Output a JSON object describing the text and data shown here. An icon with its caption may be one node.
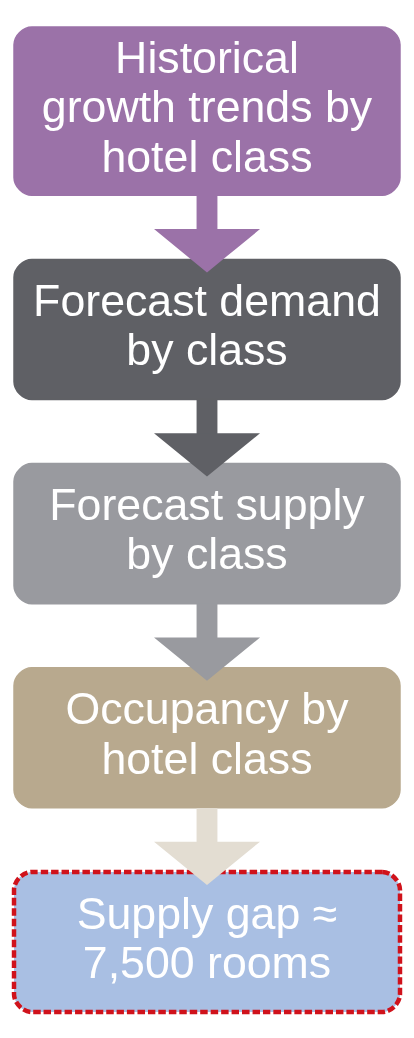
{
  "diagram": {
    "nodes": [
      {
        "text": [
          "Historical growth trends by hotel class"
        ]
      },
      {
        "text": [
          "Forecast demand by class"
        ]
      },
      {
        "text": [
          "Forecast supply by class"
        ]
      },
      {
        "text": [
          "Occupancy by hotel class"
        ]
      },
      {
        "text": [
          "Supply gap ≈ 7,500 rooms"
        ]
      }
    ],
    "edges": [
      {
        "from": 0,
        "to": 1,
        "arrow": "to",
        "color": "#9b72a8"
      },
      {
        "from": 1,
        "to": 2,
        "arrow": "to",
        "color": "#5f6065"
      },
      {
        "from": 2,
        "to": 3,
        "arrow": "to",
        "color": "#999a9f"
      },
      {
        "from": 3,
        "to": 4,
        "arrow": "to",
        "color": "#e3ddd2"
      }
    ]
  }
}
